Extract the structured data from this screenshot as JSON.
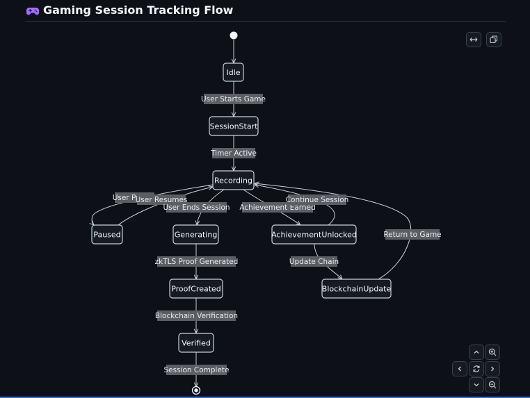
{
  "header": {
    "title": "Gaming Session Tracking Flow",
    "icon": "gamepad-icon"
  },
  "diagram": {
    "type": "state-diagram",
    "states": [
      {
        "id": "idle",
        "label": "Idle"
      },
      {
        "id": "session-start",
        "label": "SessionStart"
      },
      {
        "id": "recording",
        "label": "Recording"
      },
      {
        "id": "paused",
        "label": "Paused"
      },
      {
        "id": "generating",
        "label": "Generating"
      },
      {
        "id": "achievement-unlocked",
        "label": "AchievementUnlocked"
      },
      {
        "id": "proof-created",
        "label": "ProofCreated"
      },
      {
        "id": "blockchain-update",
        "label": "BlockchainUpdate"
      },
      {
        "id": "verified",
        "label": "Verified"
      }
    ],
    "transitions": [
      {
        "id": "t0",
        "from": "start",
        "to": "idle",
        "label": ""
      },
      {
        "id": "t1",
        "from": "idle",
        "to": "session-start",
        "label": "User Starts Game"
      },
      {
        "id": "t2",
        "from": "session-start",
        "to": "recording",
        "label": "Timer Active"
      },
      {
        "id": "t3",
        "from": "recording",
        "to": "paused",
        "label": "User Pauses"
      },
      {
        "id": "t4",
        "from": "paused",
        "to": "recording",
        "label": "User Resumes"
      },
      {
        "id": "t5",
        "from": "recording",
        "to": "generating",
        "label": "User Ends Session"
      },
      {
        "id": "t6",
        "from": "recording",
        "to": "achievement-unlocked",
        "label": "Achievement Earned"
      },
      {
        "id": "t7",
        "from": "achievement-unlocked",
        "to": "recording",
        "label": "Continue Session"
      },
      {
        "id": "t8",
        "from": "blockchain-update",
        "to": "recording",
        "label": "Return to Game"
      },
      {
        "id": "t9",
        "from": "generating",
        "to": "proof-created",
        "label": "zkTLS Proof Generated"
      },
      {
        "id": "t10",
        "from": "achievement-unlocked",
        "to": "blockchain-update",
        "label": "Update Chain"
      },
      {
        "id": "t11",
        "from": "proof-created",
        "to": "verified",
        "label": "Blockchain Verification"
      },
      {
        "id": "t12",
        "from": "verified",
        "to": "end",
        "label": "Session Complete"
      }
    ]
  },
  "controls": {
    "top": [
      {
        "id": "fit-width",
        "icon": "fit-width-icon"
      },
      {
        "id": "copy",
        "icon": "copy-icon"
      }
    ],
    "nav": [
      {
        "id": "zoom-in",
        "icon": "zoom-in-icon"
      },
      {
        "id": "pan-up",
        "icon": "chevron-up-icon"
      },
      {
        "id": "pan-left",
        "icon": "chevron-left-icon"
      },
      {
        "id": "reset",
        "icon": "reset-icon"
      },
      {
        "id": "pan-right",
        "icon": "chevron-right-icon"
      },
      {
        "id": "pan-down",
        "icon": "chevron-down-icon"
      },
      {
        "id": "zoom-out",
        "icon": "zoom-out-icon"
      }
    ]
  },
  "colors": {
    "background": "#0d1117",
    "node_fill": "#161b22",
    "stroke": "#c9d1d9",
    "label_bg": "#5b5f64",
    "accent": "#a371f7"
  }
}
